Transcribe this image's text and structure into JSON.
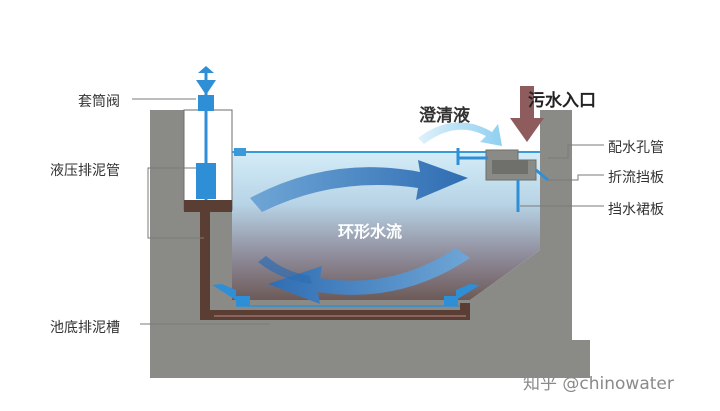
{
  "labels": {
    "sleeve_valve": "套筒阀",
    "hydraulic_sludge_pipe": "液压排泥管",
    "bottom_sludge_trough": "池底排泥槽",
    "clarified_liquid": "澄清液",
    "sewage_inlet": "污水入口",
    "distribution_hole_pipe": "配水孔管",
    "deflection_baffle": "折流挡板",
    "water_skirt_plate": "挡水裙板",
    "annular_flow": "环形水流"
  },
  "watermark": "知乎 @chinowater",
  "colors": {
    "concrete": "#8a8b87",
    "water_top": "#c7e4f3",
    "water_bottom": "#6f5e5c",
    "pipe_blue": "#2f8fd6",
    "arrow_blue": "#3c7fc0",
    "sludge_pipe": "#5a3e33",
    "inlet_arrow": "#8e5c5c"
  }
}
